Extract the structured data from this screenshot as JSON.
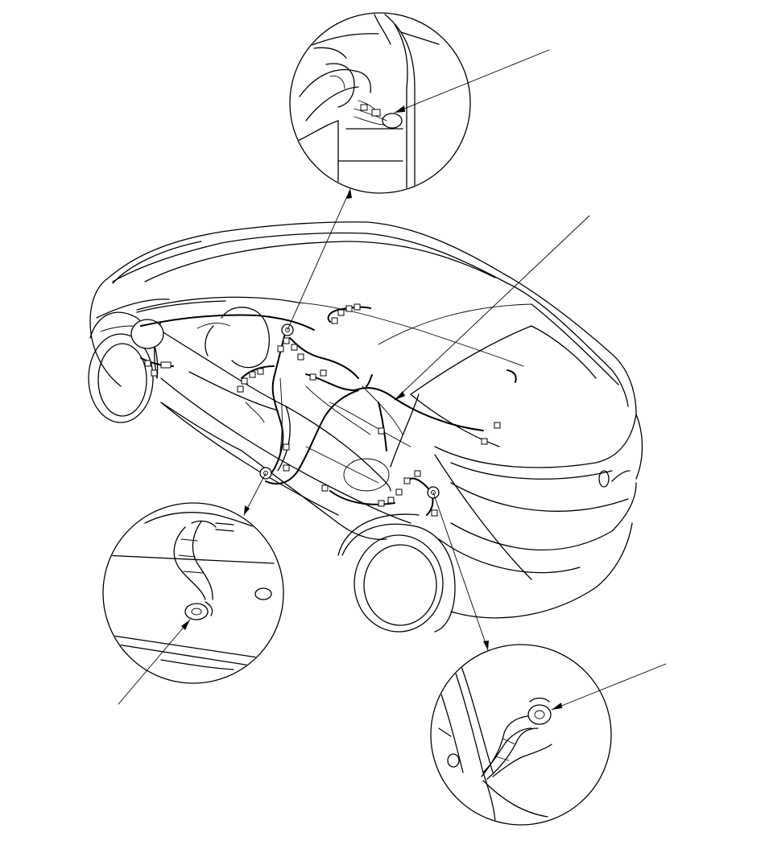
{
  "figure": {
    "type": "wiring-harness-location-diagram",
    "background": "#ffffff",
    "line_color": "#000000",
    "text_labels": []
  },
  "detail_views": [
    {
      "name": "detail-top",
      "icon": "ground-terminal-icon"
    },
    {
      "name": "detail-left",
      "icon": "ground-terminal-icon"
    },
    {
      "name": "detail-right",
      "icon": "ground-terminal-icon"
    }
  ],
  "ground_points": 3,
  "callout_leaders": 4
}
